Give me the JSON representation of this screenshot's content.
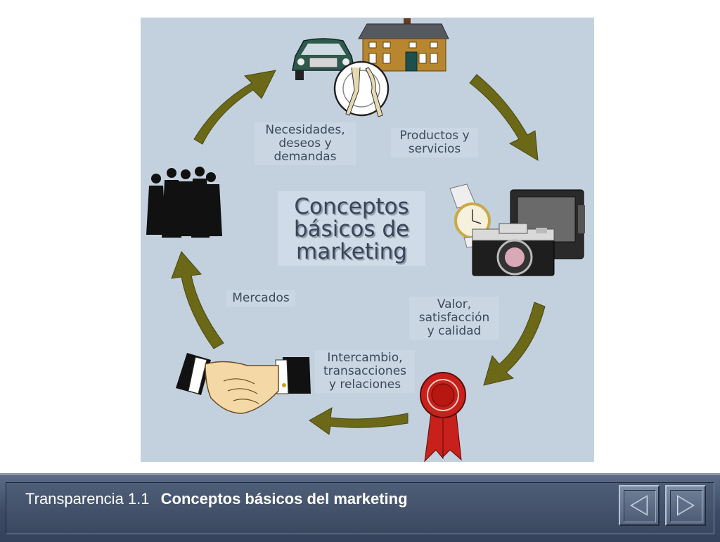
{
  "diagram": {
    "center_title": [
      "Conceptos",
      "básicos de",
      "marketing"
    ],
    "nodes": {
      "needs": [
        "Necesidades,",
        "deseos y",
        "demandas"
      ],
      "products": [
        "Productos y",
        "servicios"
      ],
      "value": [
        "Valor,",
        "satisfacción",
        "y calidad"
      ],
      "exchange": [
        "Intercambio,",
        "transacciones",
        "y relaciones"
      ],
      "markets": [
        "Mercados"
      ]
    },
    "icons": {
      "needs": [
        "car-icon",
        "house-icon",
        "plate-fork-knife-icon"
      ],
      "products": [
        "watch-icon",
        "television-icon",
        "camera-icon"
      ],
      "value": [
        "award-ribbon-icon"
      ],
      "exchange": [
        "handshake-icon"
      ],
      "markets": [
        "people-group-icon"
      ]
    },
    "colors": {
      "panel": "#c3d1de",
      "arrow": "#6b6818",
      "text": "#3b4a5a"
    }
  },
  "footer": {
    "label": "Transparencia 1.1",
    "title": "Conceptos básicos del marketing",
    "prev_icon": "triangle-left-icon",
    "next_icon": "triangle-right-icon"
  }
}
